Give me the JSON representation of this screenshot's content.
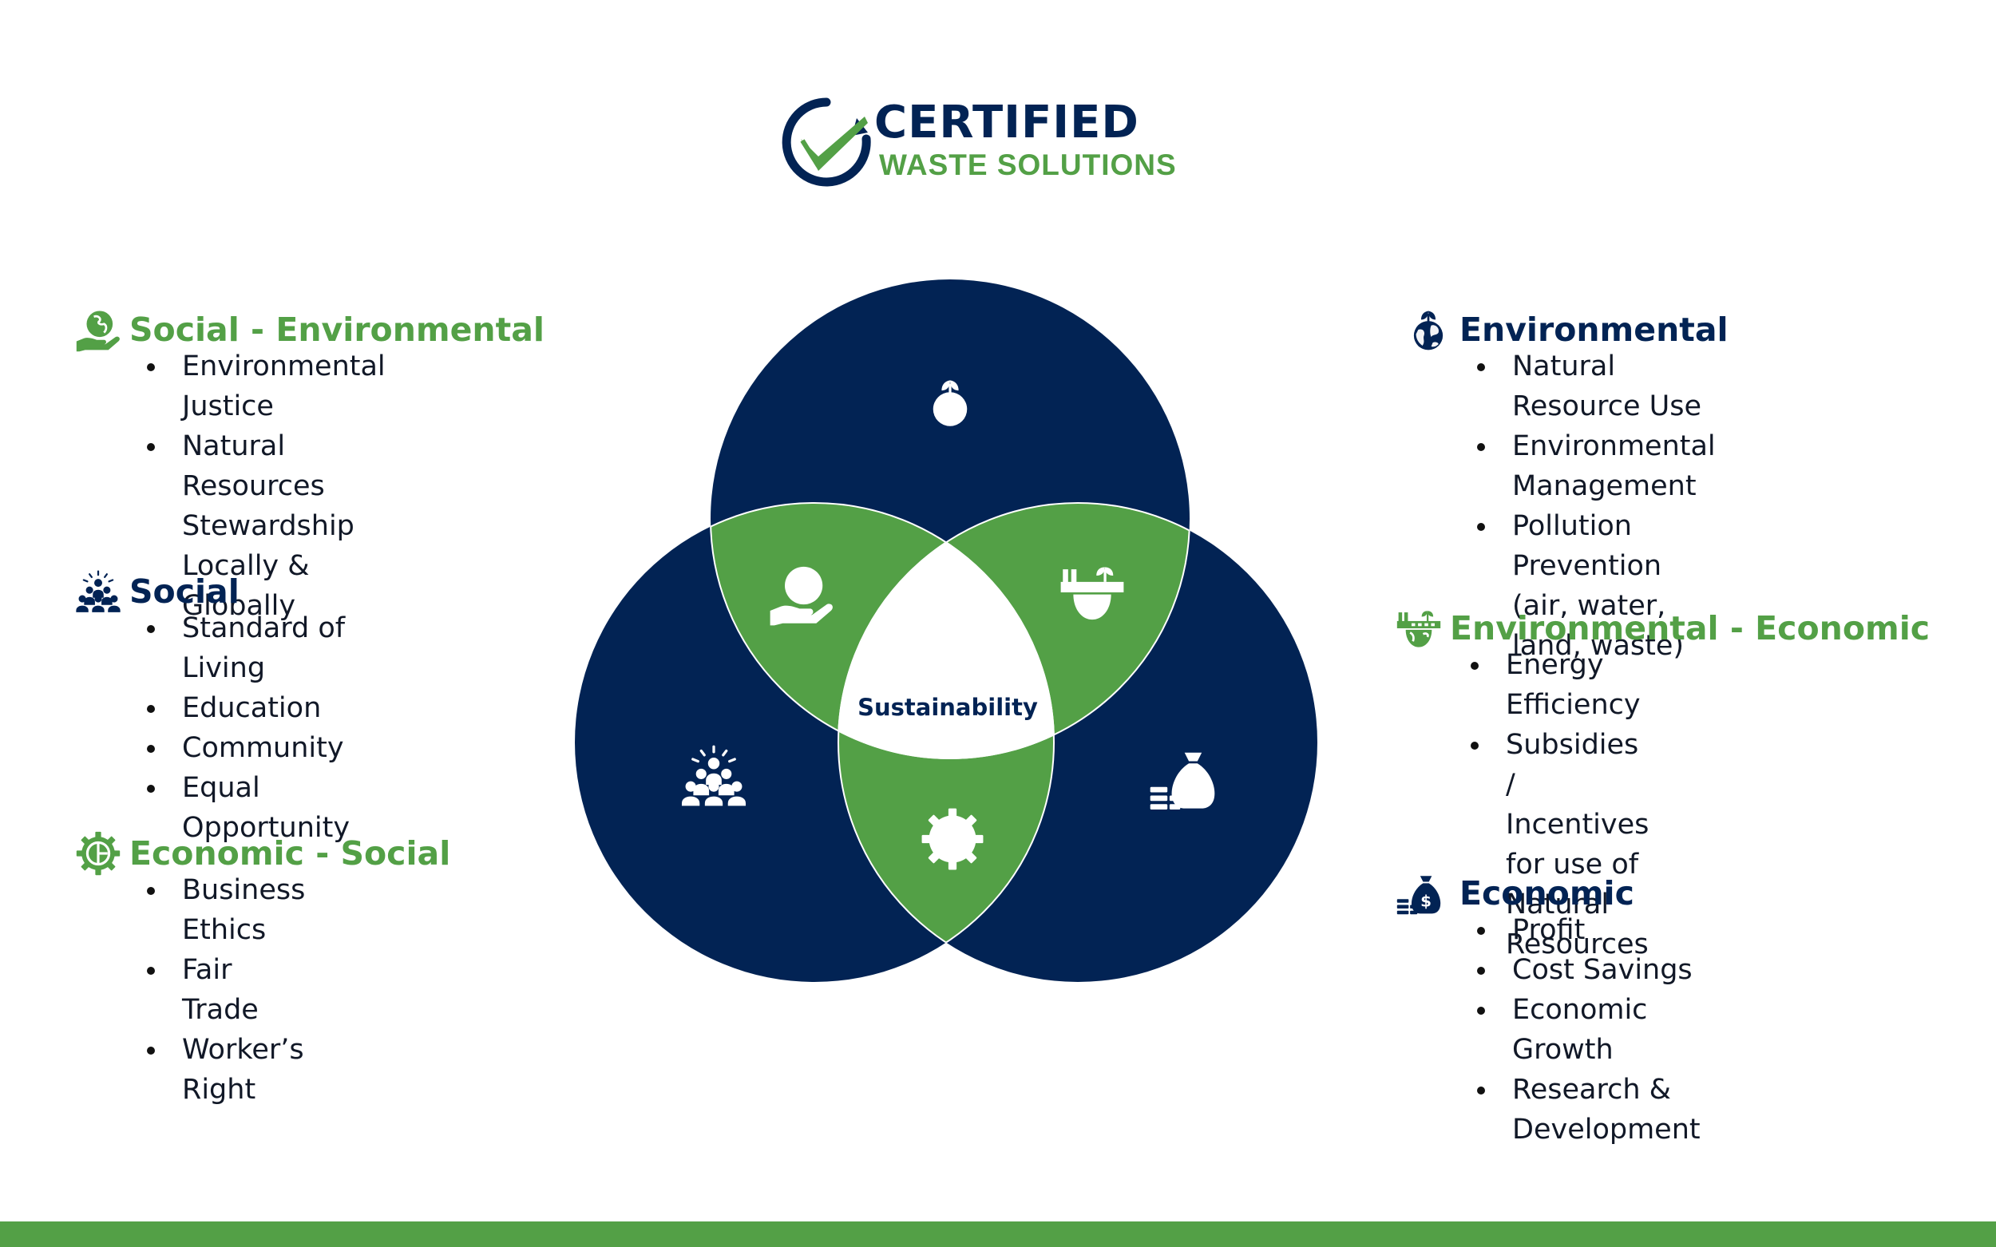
{
  "colors": {
    "navy": "#022354",
    "green": "#53a046",
    "white": "#ffffff",
    "text": "#111827"
  },
  "logo": {
    "title": "CERTIFIED",
    "subtitle": "WASTE  SOLUTIONS",
    "icon": "check-circle-arrow-icon"
  },
  "venn": {
    "center_label": "Sustainability",
    "circles": [
      {
        "name": "Environmental",
        "icon": "earth-sprout-icon"
      },
      {
        "name": "Social",
        "icon": "people-group-icon"
      },
      {
        "name": "Economic",
        "icon": "money-bag-coins-icon"
      }
    ],
    "overlaps": [
      {
        "name": "Social - Environmental",
        "icon": "hand-globe-icon"
      },
      {
        "name": "Environmental - Economic",
        "icon": "factory-earth-icon"
      },
      {
        "name": "Economic - Social",
        "icon": "gear-chart-icon"
      }
    ]
  },
  "panels": {
    "social_environmental": {
      "title": "Social - Environmental",
      "icon": "hand-globe-icon",
      "items": [
        "Environmental Justice",
        "Natural Resources",
        "Stewardship Locally &",
        "Globally"
      ]
    },
    "social": {
      "title": "Social",
      "icon": "people-group-icon",
      "items": [
        "Standard of Living",
        "Education",
        "Community",
        "Equal Opportunity"
      ]
    },
    "economic_social": {
      "title": "Economic - Social",
      "icon": "gear-chart-icon",
      "items": [
        "Business Ethics",
        "Fair Trade",
        "Worker’s Right"
      ]
    },
    "environmental": {
      "title": "Environmental",
      "icon": "earth-sprout-icon",
      "items": [
        "Natural Resource Use",
        "Environmental",
        "Management",
        "Pollution Prevention",
        "(air, water, land, waste)"
      ]
    },
    "environmental_economic": {
      "title": "Environmental - Economic",
      "icon": "factory-earth-icon",
      "items": [
        "Energy Efficiency",
        "Subsidies /",
        "Incentives for use of",
        "Natural Resources"
      ]
    },
    "economic": {
      "title": "Economic",
      "icon": "money-bag-coins-icon",
      "items": [
        "Profit",
        "Cost Savings",
        "Economic Growth",
        "Research &",
        "Development"
      ]
    }
  }
}
